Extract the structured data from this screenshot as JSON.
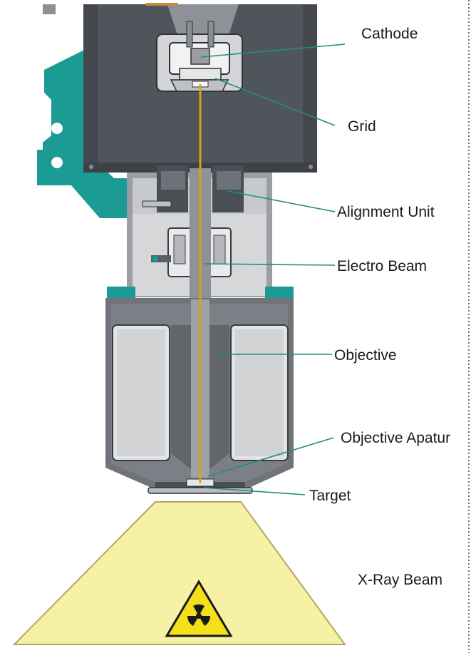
{
  "labels": {
    "cathode": "Cathode",
    "grid": "Grid",
    "alignment_unit": "Alignment Unit",
    "electro_beam": "Electro Beam",
    "objective": "Objective",
    "objective_aperture": "Objective Apatur",
    "target": "Target",
    "xray_beam": "X-Ray Beam"
  },
  "colors": {
    "housing_dark": "#4a4e55",
    "housing_mid": "#6f737a",
    "housing_light": "#c9cbce",
    "teal_bracket": "#1c9a94",
    "beam": "#d9a21b",
    "xray_fill": "#f7f1a6",
    "leader": "#1f8f7c"
  },
  "icons": {
    "radiation": "radiation-warning-icon"
  }
}
